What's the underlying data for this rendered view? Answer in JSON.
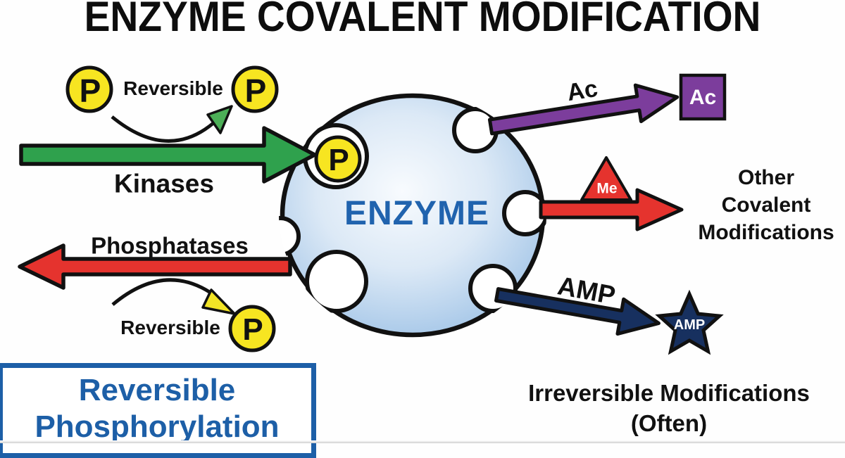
{
  "title": "ENZYME COVALENT MODIFICATION",
  "colors": {
    "green": "#2fa14d",
    "red": "#e5332e",
    "purple": "#7c3d9c",
    "navy": "#17305f",
    "yellow": "#f7e521",
    "yellow_head": "#f2e426",
    "green_head": "#4caf57",
    "blue_accent": "#1d5fa7",
    "enzyme_label_color": "#2063ae",
    "outline": "#111111",
    "enzyme_fill_center": "#f8fbfe",
    "enzyme_fill_edge": "#9cc0e3"
  },
  "enzyme": {
    "label": "ENZYME",
    "p_symbol": "P"
  },
  "phospho": {
    "p": "P",
    "reversible_top": "Reversible",
    "reversible_bottom": "Reversible",
    "kinases": "Kinases",
    "phosphatases": "Phosphatases",
    "box_line1": "Reversible",
    "box_line2": "Phosphorylation"
  },
  "mods": {
    "ac_arrow_label": "Ac",
    "ac_product_label": "Ac",
    "me_tag_label": "Me",
    "other_line1": "Other",
    "other_line2": "Covalent",
    "other_line3": "Modifications",
    "amp_arrow_label": "AMP",
    "amp_product_label": "AMP",
    "irreversible_line1": "Irreversible Modifications",
    "irreversible_line2": "(Often)"
  }
}
